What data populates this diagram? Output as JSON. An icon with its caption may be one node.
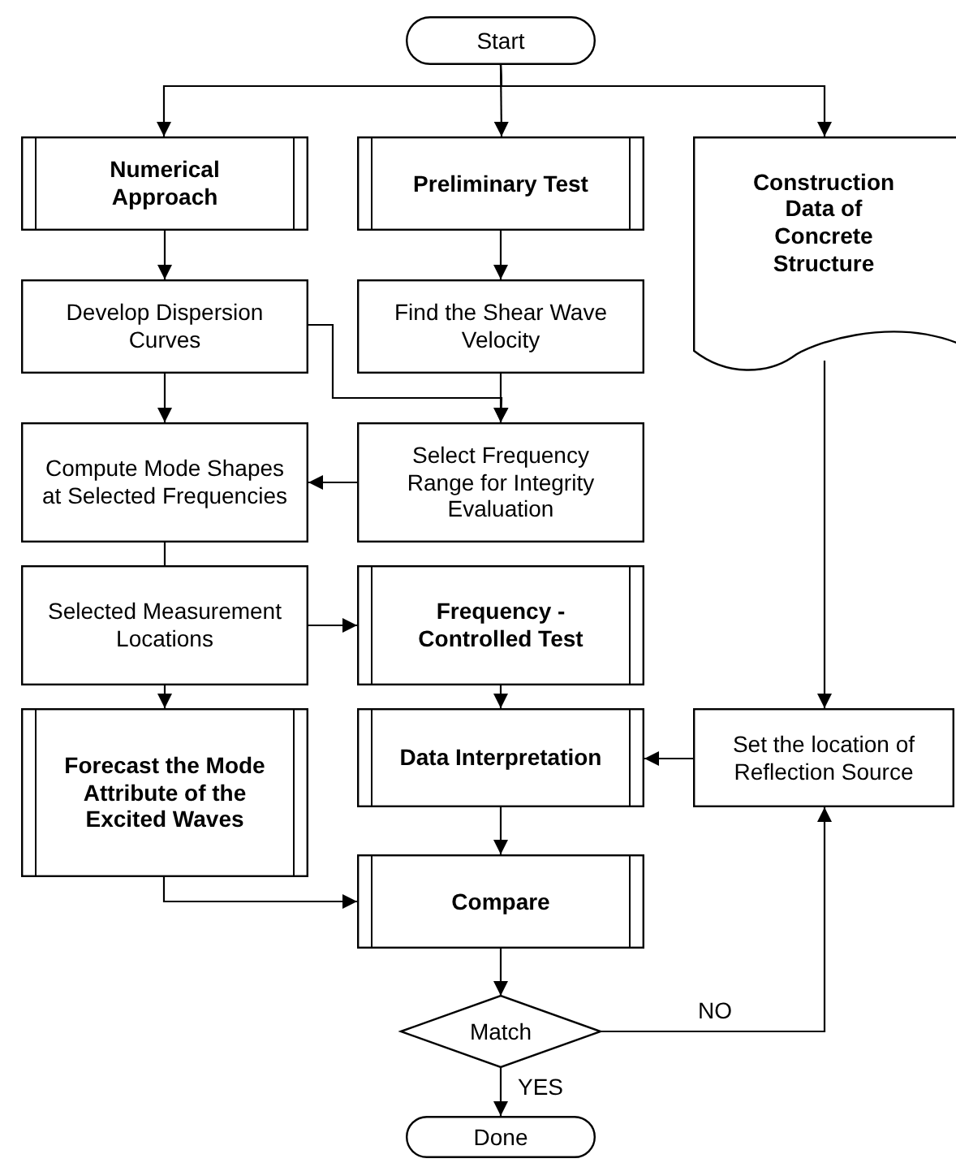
{
  "diagram": {
    "nodes": [
      {
        "text": [
          "Start"
        ]
      },
      {
        "text": [
          "Numerical Approach"
        ]
      },
      {
        "text": [
          "Preliminary Test"
        ]
      },
      {
        "text": [
          "Construction Data of Concrete Structure"
        ]
      },
      {
        "text": [
          "Develop Dispersion Curves"
        ]
      },
      {
        "text": [
          "Find the Shear Wave Velocity"
        ]
      },
      {
        "text": [
          "Compute Mode Shapes at Selected Frequencies"
        ]
      },
      {
        "text": [
          "Select Frequency Range for Integrity Evaluation"
        ]
      },
      {
        "text": [
          "Selected Measurement Locations"
        ]
      },
      {
        "text": [
          "Frequency -Controlled Test"
        ]
      },
      {
        "text": [
          "Forecast the Mode Attribute of the Excited Waves"
        ]
      },
      {
        "text": [
          "Data Interpretation"
        ]
      },
      {
        "text": [
          "Set the location of Reflection Source"
        ]
      },
      {
        "text": [
          "Compare"
        ]
      },
      {
        "text": [
          "Match"
        ]
      },
      {
        "text": [
          "Done"
        ]
      }
    ],
    "edges": [
      {
        "from": 0,
        "to": 1,
        "arrow": "to"
      },
      {
        "from": 0,
        "to": 2,
        "arrow": "to"
      },
      {
        "from": 0,
        "to": 3,
        "arrow": "to"
      },
      {
        "from": 1,
        "to": 4,
        "arrow": "to"
      },
      {
        "from": 2,
        "to": 5,
        "arrow": "to"
      },
      {
        "from": 4,
        "to": 7,
        "arrow": "to"
      },
      {
        "from": 4,
        "to": 6,
        "arrow": "to"
      },
      {
        "from": 5,
        "to": 7,
        "arrow": "to"
      },
      {
        "from": 7,
        "to": 6,
        "arrow": "to"
      },
      {
        "from": 6,
        "to": 8,
        "arrow": "none"
      },
      {
        "from": 8,
        "to": 9,
        "arrow": "to"
      },
      {
        "from": 8,
        "to": 10,
        "arrow": "to"
      },
      {
        "from": 9,
        "to": 11,
        "arrow": "to"
      },
      {
        "from": 3,
        "to": 12,
        "arrow": "to"
      },
      {
        "from": 12,
        "to": 11,
        "arrow": "to"
      },
      {
        "from": 11,
        "to": 13,
        "arrow": "to"
      },
      {
        "from": 10,
        "to": 13,
        "arrow": "to"
      },
      {
        "from": 13,
        "to": 14,
        "arrow": "to"
      },
      {
        "from": 14,
        "to": 12,
        "label": "NO",
        "arrow": "to"
      },
      {
        "from": 14,
        "to": 15,
        "label": "YES",
        "arrow": "to"
      }
    ]
  }
}
